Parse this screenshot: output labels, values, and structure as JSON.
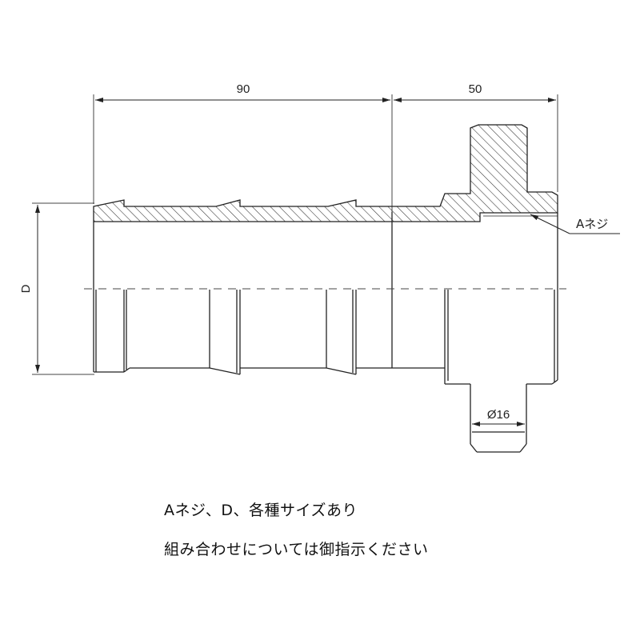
{
  "drawing": {
    "dim_overall_left": "90",
    "dim_overall_right": "50",
    "dim_diameter_label": "D",
    "dim_nozzle": "Ø16",
    "thread_callout": "Aネジ"
  },
  "notes": [
    "Aネジ、D、各種サイズあり",
    "組み合わせについては御指示ください"
  ]
}
